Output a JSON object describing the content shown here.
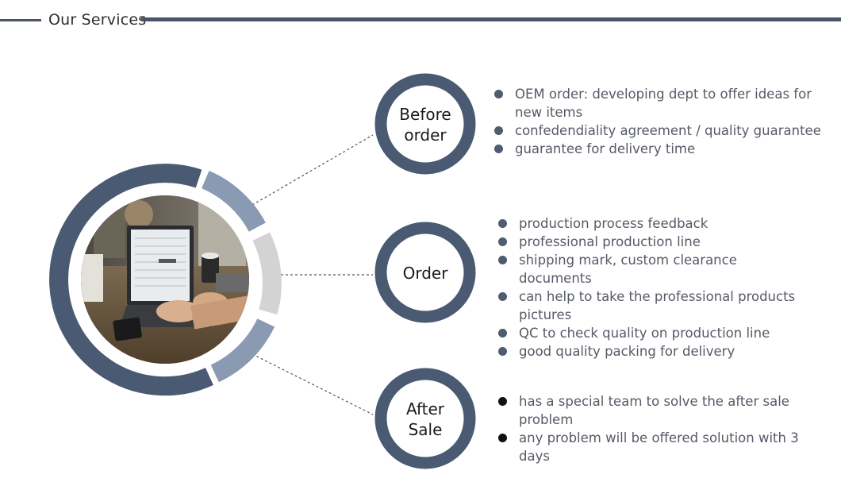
{
  "header": {
    "title": "Our Services"
  },
  "colors": {
    "primary": "#4a5a72",
    "ring_light": "#8a9ab2",
    "ring_grey": "#d3d3d3",
    "bullet": "#4f5b6e",
    "bullet_dark": "#111111"
  },
  "photo": {
    "description_icon": "laptop-photo"
  },
  "sections": [
    {
      "label_line1": "Before",
      "label_line2": "order",
      "items": [
        "OEM order: developing dept to offer ideas for new items",
        "confedendiality agreement / quality guarantee",
        "guarantee for delivery time"
      ]
    },
    {
      "label_line1": "Order",
      "label_line2": "",
      "items": [
        "production process feedback",
        "professional production line",
        "shipping mark, custom clearance documents",
        "can help to take the professional products pictures",
        "QC to check quality on production line",
        "good quality packing for delivery"
      ]
    },
    {
      "label_line1": "After",
      "label_line2": "Sale",
      "items": [
        "has a special team to solve the after sale problem",
        "any problem will be offered solution with 3 days"
      ]
    }
  ]
}
